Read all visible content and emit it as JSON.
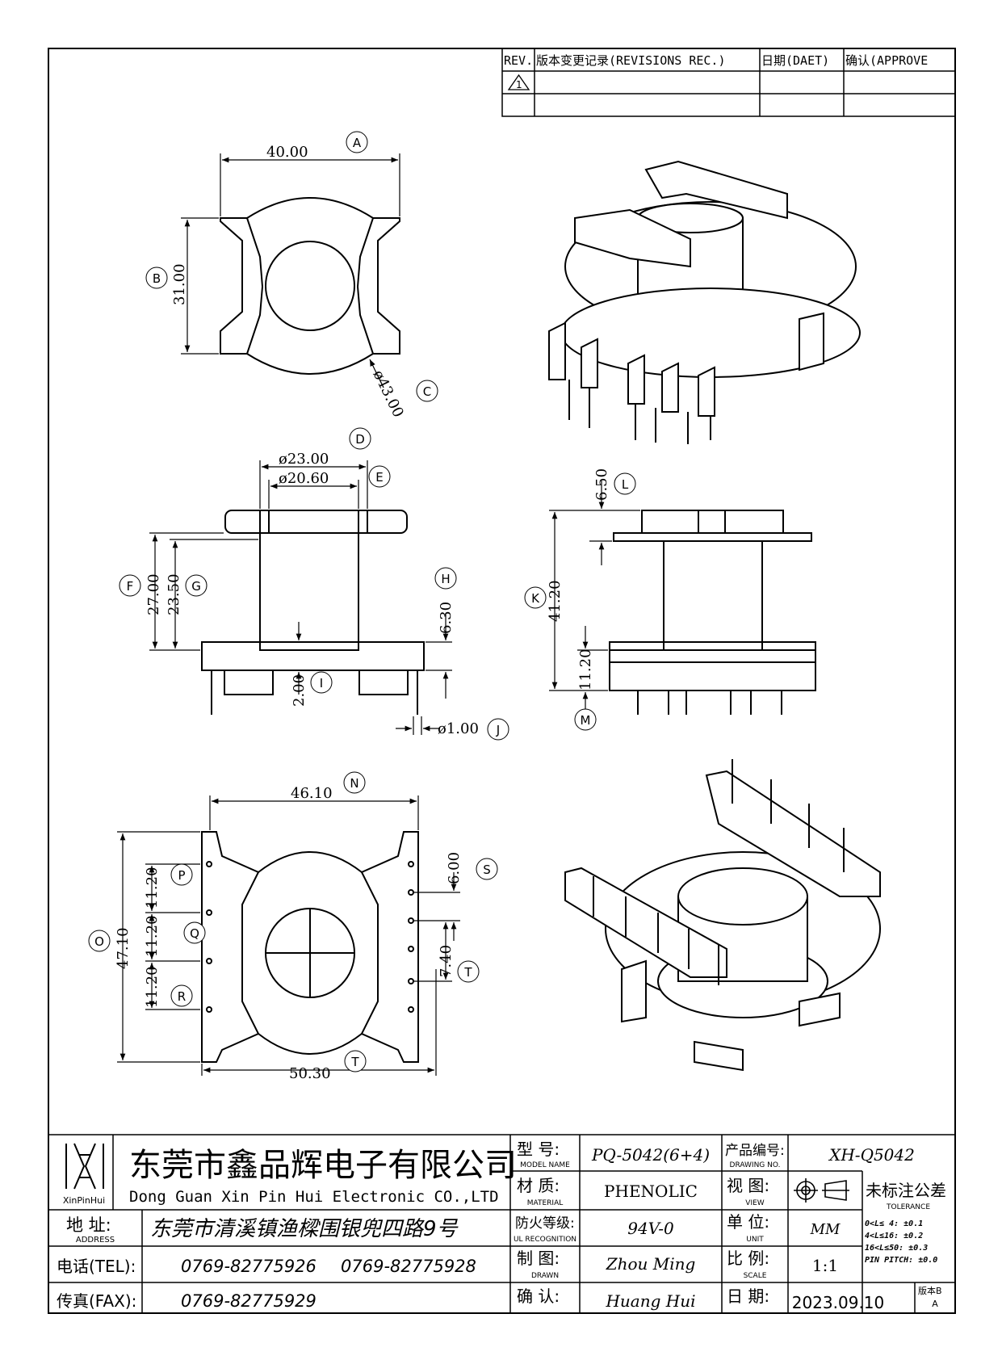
{
  "revision_table": {
    "headers": [
      "REV.",
      "版本变更记录(REVISIONS REC.)",
      "日期(DAET)",
      "确认(APPROVE"
    ],
    "rev_mark": "1"
  },
  "dimensions": {
    "A": {
      "letter": "A",
      "value": "40.00"
    },
    "B": {
      "letter": "B",
      "value": "31.00"
    },
    "C": {
      "letter": "C",
      "value": "ø43.00"
    },
    "D": {
      "letter": "D",
      "value": "ø23.00"
    },
    "E": {
      "letter": "E",
      "value": "ø20.60"
    },
    "F": {
      "letter": "F",
      "value": "27.00"
    },
    "G": {
      "letter": "G",
      "value": "23.50"
    },
    "H": {
      "letter": "H",
      "value": "6.30"
    },
    "I": {
      "letter": "I",
      "value": "2.00"
    },
    "J": {
      "letter": "J",
      "value": "ø1.00"
    },
    "K": {
      "letter": "K",
      "value": "41.20"
    },
    "L": {
      "letter": "L",
      "value": "6.50"
    },
    "M": {
      "letter": "M",
      "value": "11.20"
    },
    "N": {
      "letter": "N",
      "value": "46.10"
    },
    "O": {
      "letter": "O",
      "value": "47.10"
    },
    "P": {
      "letter": "P",
      "value": "11.20"
    },
    "Q": {
      "letter": "Q",
      "value": "11.20"
    },
    "R": {
      "letter": "R",
      "value": "11.20"
    },
    "S": {
      "letter": "S",
      "value": "6.00"
    },
    "T1": {
      "letter": "T",
      "value": "7.40"
    },
    "T2": {
      "letter": "T",
      "value": "50.30"
    }
  },
  "title_block": {
    "logo_text": "XinPinHui",
    "company_cn": "东莞市鑫品辉电子有限公司",
    "company_en": "Dong Guan Xin Pin Hui Electronic CO.,LTD",
    "address_label": "地 址:",
    "address_label_en": "ADDRESS",
    "address": "东莞市清溪镇渔樑围银兜四路9号",
    "tel_label": "电话(TEL):",
    "tel1": "0769-82775926",
    "tel2": "0769-82775928",
    "fax_label": "传真(FAX):",
    "fax": "0769-82775929",
    "model_label": "型 号:",
    "model_label_en": "MODEL NAME",
    "model": "PQ-5042(6+4)",
    "material_label": "材 质:",
    "material_label_en": "MATERIAL",
    "material": "PHENOLIC",
    "fire_label": "防火等级:",
    "fire_label_en": "UL RECOGNITION",
    "fire": "94V-0",
    "drawn_label": "制 图:",
    "drawn_label_en": "DRAWN",
    "drawn": "Zhou Ming",
    "confirm_label": "确 认:",
    "confirm": "Huang Hui",
    "drawing_no_label": "产品编号:",
    "drawing_no_label_en": "DRAWING NO.",
    "drawing_no": "XH-Q5042",
    "view_label": "视 图:",
    "view_label_en": "VIEW",
    "unit_label": "单 位:",
    "unit_label_en": "UNIT",
    "unit": "MM",
    "scale_label": "比 例:",
    "scale_label_en": "SCALE",
    "scale": "1:1",
    "date_label": "日 期:",
    "date": "2023.09.10",
    "tolerance_title": "未标注公差",
    "tolerance_title_en": "TOLERANCE",
    "tol1": "0<L≤ 4:  ±0.1",
    "tol2": "4<L≤16:  ±0.2",
    "tol3": "16<L≤50: ±0.3",
    "tol4": "PIN PITCH:  ±0.0",
    "version_label": "版本B",
    "version": "A"
  }
}
